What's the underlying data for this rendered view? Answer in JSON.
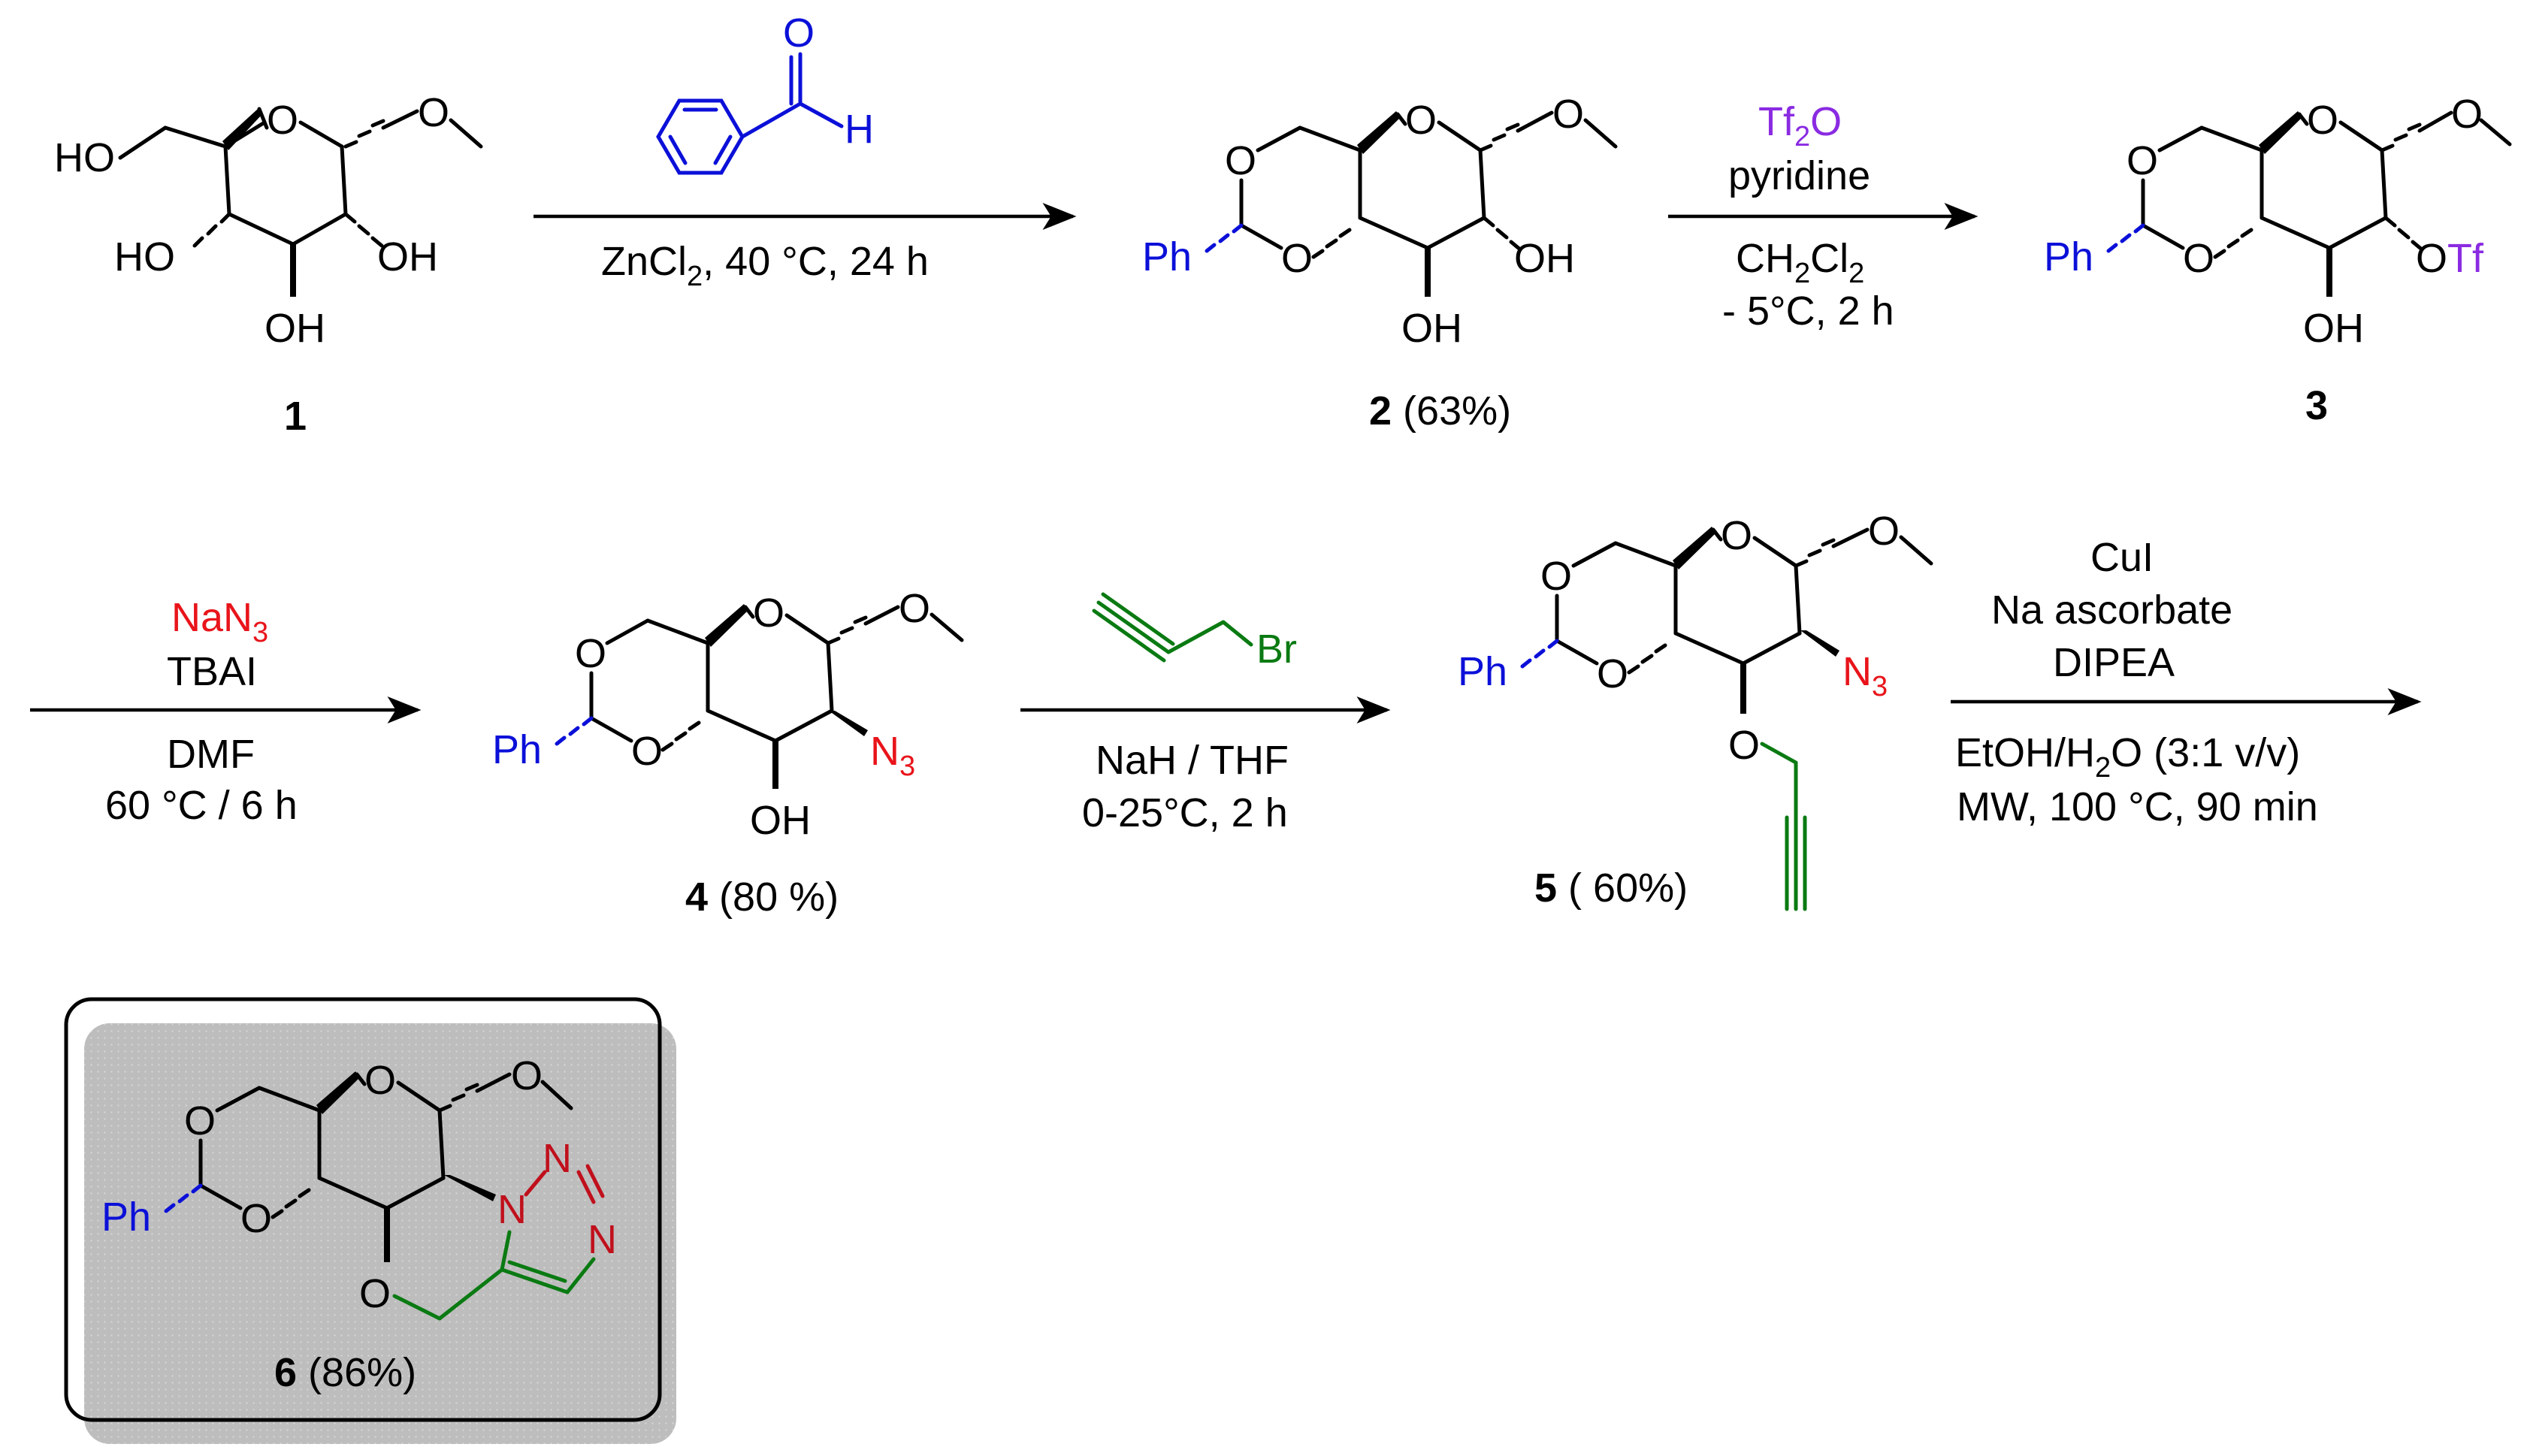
{
  "colors": {
    "blue": "#0b10d8",
    "red": "#e8141a",
    "purple": "#8a2be2",
    "green": "#0a7a12",
    "darkred": "#c0101c",
    "box_fill": "#bdbdbd",
    "black": "#000000"
  },
  "atoms": {
    "HO": "HO",
    "OH": "OH",
    "O": "O",
    "H": "H",
    "Ph": "Ph",
    "Tf": "Tf",
    "N": "N",
    "Br": "Br",
    "N3_main": "N",
    "N3_sub": "3"
  },
  "compounds": {
    "c1": {
      "number": "1",
      "yield": ""
    },
    "c2": {
      "number": "2",
      "yield": " (63%)"
    },
    "c3": {
      "number": "3",
      "yield": ""
    },
    "c4": {
      "number": "4",
      "yield": " (80 %)"
    },
    "c5": {
      "number": "5",
      "yield": " ( 60%)"
    },
    "c6": {
      "number": "6",
      "yield": " (86%)"
    }
  },
  "steps": {
    "s1": {
      "below": [
        "ZnCl",
        "2",
        ", 40 °C, 24 h"
      ]
    },
    "s2": {
      "above1_main": "Tf",
      "above1_sub": "2",
      "above1_tail": "O",
      "above2": "pyridine",
      "below1_main": "CH",
      "below1_sub1": "2",
      "below1_mid": "Cl",
      "below1_sub2": "2",
      "below2": "- 5°C, 2 h"
    },
    "s3": {
      "above1_main": "NaN",
      "above1_sub": "3",
      "above2": "TBAI",
      "below1": "DMF",
      "below2": "60 °C / 6 h"
    },
    "s4": {
      "below1": "NaH / THF",
      "below2": "0-25°C, 2 h"
    },
    "s5": {
      "above1": "CuI",
      "above2": "Na ascorbate",
      "above3": "DIPEA",
      "below1_main": "EtOH/H",
      "below1_sub": "2",
      "below1_tail": "O (3:1 v/v)",
      "below2": "MW, 100 °C, 90 min"
    }
  }
}
